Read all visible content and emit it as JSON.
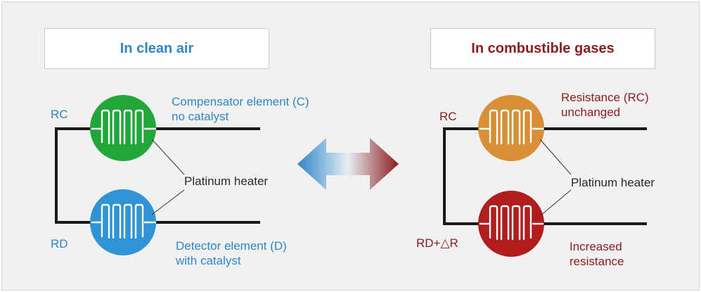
{
  "left": {
    "title": "In clean air",
    "rc_label": "RC",
    "rd_label": "RD",
    "top_element": [
      "Compensator element (C)",
      "no catalyst"
    ],
    "bottom_element": [
      "Detector element (D)",
      "with catalyst"
    ],
    "heater_label": "Platinum heater"
  },
  "right": {
    "title": "In combustible gases",
    "rc_label": "RC",
    "rd_label": "RD+△R",
    "top_element": [
      "Resistance (RC)",
      "unchanged"
    ],
    "bottom_element": [
      "Increased",
      "resistance"
    ],
    "heater_label": "Platinum heater"
  },
  "colors": {
    "left_title": "#2f86c7",
    "right_title": "#8b1d1d",
    "compensator_clean": "#21a63a",
    "detector_clean": "#2f93d6",
    "compensator_gas": "#d98f36",
    "detector_gas": "#b01d1d",
    "arrow_start": "#2f86c7",
    "arrow_end": "#8b1d1d"
  }
}
